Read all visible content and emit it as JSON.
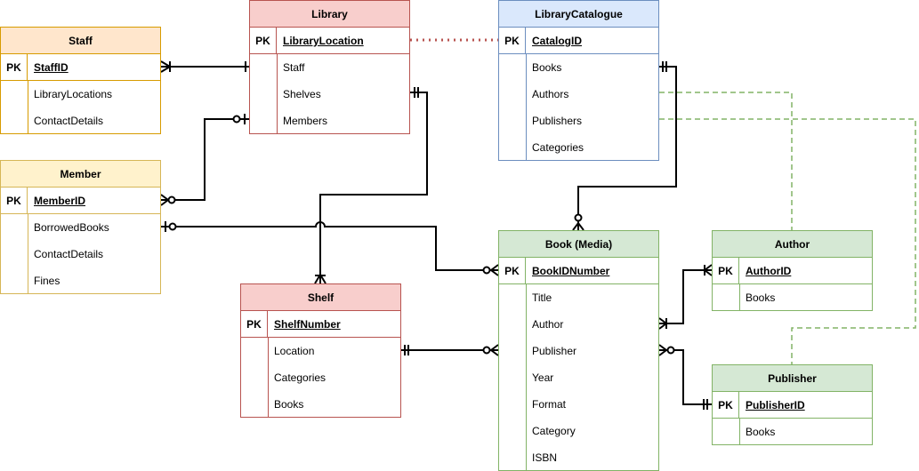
{
  "entities": {
    "staff": {
      "title": "Staff",
      "pk_label": "PK",
      "pk": "StaffID",
      "attrs": [
        "LibraryLocations",
        "ContactDetails"
      ],
      "colors": {
        "fill": "#ffe6cc",
        "stroke": "#d79b00"
      }
    },
    "member": {
      "title": "Member",
      "pk_label": "PK",
      "pk": "MemberID",
      "attrs": [
        "BorrowedBooks",
        "ContactDetails",
        "Fines"
      ],
      "colors": {
        "fill": "#fff2cc",
        "stroke": "#d6b656"
      }
    },
    "library": {
      "title": "Library",
      "pk_label": "PK",
      "pk": "LibraryLocation",
      "attrs": [
        "Staff",
        "Shelves",
        "Members"
      ],
      "colors": {
        "fill": "#f8cecc",
        "stroke": "#b85450"
      }
    },
    "shelf": {
      "title": "Shelf",
      "pk_label": "PK",
      "pk": "ShelfNumber",
      "attrs": [
        "Location",
        "Categories",
        "Books"
      ],
      "colors": {
        "fill": "#f8cecc",
        "stroke": "#b85450"
      }
    },
    "catalogue": {
      "title": "LibraryCatalogue",
      "pk_label": "PK",
      "pk": "CatalogID",
      "attrs": [
        "Books",
        "Authors",
        "Publishers",
        "Categories"
      ],
      "colors": {
        "fill": "#dae8fc",
        "stroke": "#6c8ebf"
      }
    },
    "book": {
      "title": "Book (Media)",
      "pk_label": "PK",
      "pk": "BookIDNumber",
      "attrs": [
        "Title",
        "Author",
        "Publisher",
        "Year",
        "Format",
        "Category",
        "ISBN"
      ],
      "colors": {
        "fill": "#d5e8d4",
        "stroke": "#82b366"
      }
    },
    "author": {
      "title": "Author",
      "pk_label": "PK",
      "pk": "AuthorID",
      "attrs": [
        "Books"
      ],
      "colors": {
        "fill": "#d5e8d4",
        "stroke": "#82b366"
      }
    },
    "publisher": {
      "title": "Publisher",
      "pk_label": "PK",
      "pk": "PublisherID",
      "attrs": [
        "Books"
      ],
      "colors": {
        "fill": "#d5e8d4",
        "stroke": "#82b366"
      }
    }
  },
  "relationships": [
    {
      "from": "Staff",
      "to": "Library",
      "from_end": "one-or-many",
      "to_end": "exactly-one",
      "style": "solid"
    },
    {
      "from": "Member",
      "to": "Library",
      "from_end": "zero-or-many",
      "to_end": "zero-or-one",
      "style": "solid"
    },
    {
      "from": "Member",
      "to": "Book (Media)",
      "from_end": "zero-or-one",
      "to_end": "zero-or-many",
      "style": "solid"
    },
    {
      "from": "Library",
      "to": "Shelf",
      "from_end": "exactly-one",
      "to_end": "one-or-many",
      "style": "solid"
    },
    {
      "from": "Library",
      "to": "LibraryCatalogue",
      "style": "dotted",
      "color": "#b85450"
    },
    {
      "from": "LibraryCatalogue",
      "to": "Book (Media)",
      "from_end": "exactly-one",
      "to_end": "zero-or-many",
      "style": "solid"
    },
    {
      "from": "LibraryCatalogue",
      "to": "Author",
      "style": "dashed",
      "color": "#82b366"
    },
    {
      "from": "LibraryCatalogue",
      "to": "Publisher",
      "style": "dashed",
      "color": "#82b366"
    },
    {
      "from": "Shelf",
      "to": "Book (Media)",
      "from_end": "exactly-one",
      "to_end": "zero-or-many",
      "style": "solid"
    },
    {
      "from": "Book (Media)",
      "to": "Author",
      "from_end": "one-or-many",
      "to_end": "one-or-many",
      "style": "solid"
    },
    {
      "from": "Book (Media)",
      "to": "Publisher",
      "from_end": "zero-or-many",
      "to_end": "exactly-one",
      "style": "solid"
    }
  ]
}
